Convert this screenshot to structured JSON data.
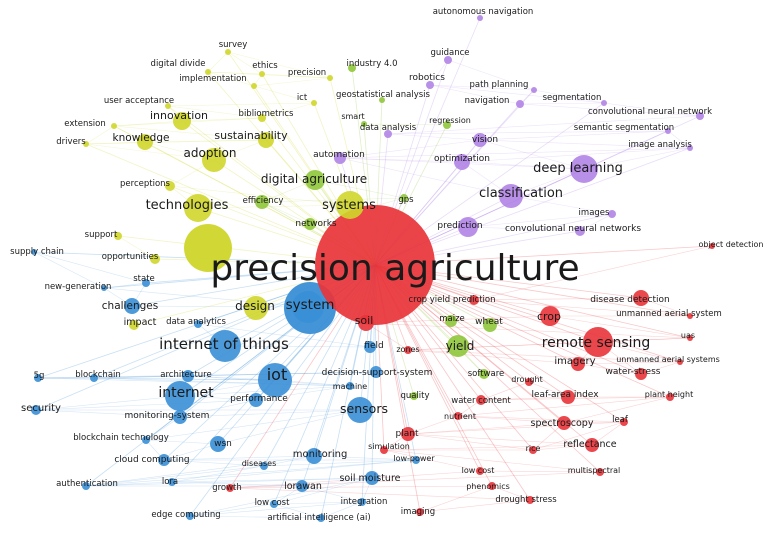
{
  "cluster_colors": {
    "red": "#e8343a",
    "blue": "#3a8fd6",
    "yellow": "#cfd62a",
    "purple": "#b184e6",
    "green": "#8fc63b",
    "cyan": "#32c3d6"
  },
  "central_term": "precision agriculture",
  "terms": [
    {
      "text": "autonomous navigation",
      "cluster": "purple"
    },
    {
      "text": "survey",
      "cluster": "yellow"
    },
    {
      "text": "digital divide",
      "cluster": "yellow"
    },
    {
      "text": "ethics",
      "cluster": "yellow"
    },
    {
      "text": "precision",
      "cluster": "yellow"
    },
    {
      "text": "industry 4.0",
      "cluster": "green"
    },
    {
      "text": "guidance",
      "cluster": "purple"
    },
    {
      "text": "implementation",
      "cluster": "yellow"
    },
    {
      "text": "robotics",
      "cluster": "purple"
    },
    {
      "text": "path planning",
      "cluster": "purple"
    },
    {
      "text": "ict",
      "cluster": "yellow"
    },
    {
      "text": "geostatistical analysis",
      "cluster": "green"
    },
    {
      "text": "navigation",
      "cluster": "purple"
    },
    {
      "text": "segmentation",
      "cluster": "purple"
    },
    {
      "text": "user acceptance",
      "cluster": "yellow"
    },
    {
      "text": "bibliometrics",
      "cluster": "yellow"
    },
    {
      "text": "convolutional neural network",
      "cluster": "purple"
    },
    {
      "text": "innovation",
      "cluster": "yellow"
    },
    {
      "text": "smart",
      "cluster": "green"
    },
    {
      "text": "regression",
      "cluster": "green"
    },
    {
      "text": "extension",
      "cluster": "yellow"
    },
    {
      "text": "data analysis",
      "cluster": "purple"
    },
    {
      "text": "semantic segmentation",
      "cluster": "purple"
    },
    {
      "text": "drivers",
      "cluster": "yellow"
    },
    {
      "text": "knowledge",
      "cluster": "yellow"
    },
    {
      "text": "sustainability",
      "cluster": "yellow"
    },
    {
      "text": "vision",
      "cluster": "purple"
    },
    {
      "text": "image analysis",
      "cluster": "purple"
    },
    {
      "text": "adoption",
      "cluster": "yellow"
    },
    {
      "text": "automation",
      "cluster": "purple"
    },
    {
      "text": "optimization",
      "cluster": "purple"
    },
    {
      "text": "deep learning",
      "cluster": "purple"
    },
    {
      "text": "perceptions",
      "cluster": "yellow"
    },
    {
      "text": "digital agriculture",
      "cluster": "green"
    },
    {
      "text": "classification",
      "cluster": "purple"
    },
    {
      "text": "efficiency",
      "cluster": "green"
    },
    {
      "text": "technologies",
      "cluster": "yellow"
    },
    {
      "text": "systems",
      "cluster": "yellow"
    },
    {
      "text": "gps",
      "cluster": "green"
    },
    {
      "text": "images",
      "cluster": "purple"
    },
    {
      "text": "networks",
      "cluster": "green"
    },
    {
      "text": "prediction",
      "cluster": "purple"
    },
    {
      "text": "convolutional neural networks",
      "cluster": "purple"
    },
    {
      "text": "support",
      "cluster": "yellow"
    },
    {
      "text": "object detection",
      "cluster": "red"
    },
    {
      "text": "supply chain",
      "cluster": "blue"
    },
    {
      "text": "opportunities",
      "cluster": "yellow"
    },
    {
      "text": "state",
      "cluster": "blue"
    },
    {
      "text": "new-generation",
      "cluster": "blue"
    },
    {
      "text": "crop yield prediction",
      "cluster": "red"
    },
    {
      "text": "disease detection",
      "cluster": "red"
    },
    {
      "text": "challenges",
      "cluster": "blue"
    },
    {
      "text": "design",
      "cluster": "yellow"
    },
    {
      "text": "system",
      "cluster": "blue"
    },
    {
      "text": "unmanned aerial system",
      "cluster": "red"
    },
    {
      "text": "maize",
      "cluster": "green"
    },
    {
      "text": "wheat",
      "cluster": "green"
    },
    {
      "text": "crop",
      "cluster": "red"
    },
    {
      "text": "impact",
      "cluster": "yellow"
    },
    {
      "text": "data analytics",
      "cluster": "blue"
    },
    {
      "text": "soil",
      "cluster": "red"
    },
    {
      "text": "uas",
      "cluster": "red"
    },
    {
      "text": "internet of things",
      "cluster": "blue"
    },
    {
      "text": "field",
      "cluster": "blue"
    },
    {
      "text": "zones",
      "cluster": "red"
    },
    {
      "text": "yield",
      "cluster": "green"
    },
    {
      "text": "remote sensing",
      "cluster": "red"
    },
    {
      "text": "imagery",
      "cluster": "red"
    },
    {
      "text": "unmanned aerial systems",
      "cluster": "red"
    },
    {
      "text": "decision-support-system",
      "cluster": "blue"
    },
    {
      "text": "software",
      "cluster": "green"
    },
    {
      "text": "water-stress",
      "cluster": "red"
    },
    {
      "text": "5g",
      "cluster": "blue"
    },
    {
      "text": "blockchain",
      "cluster": "blue"
    },
    {
      "text": "architecture",
      "cluster": "blue"
    },
    {
      "text": "iot",
      "cluster": "blue"
    },
    {
      "text": "machine",
      "cluster": "blue"
    },
    {
      "text": "drought",
      "cluster": "red"
    },
    {
      "text": "leaf-area index",
      "cluster": "red"
    },
    {
      "text": "internet",
      "cluster": "blue"
    },
    {
      "text": "performance",
      "cluster": "blue"
    },
    {
      "text": "quality",
      "cluster": "green"
    },
    {
      "text": "water content",
      "cluster": "red"
    },
    {
      "text": "plant height",
      "cluster": "red"
    },
    {
      "text": "security",
      "cluster": "blue"
    },
    {
      "text": "monitoring-system",
      "cluster": "blue"
    },
    {
      "text": "sensors",
      "cluster": "blue"
    },
    {
      "text": "nutrient",
      "cluster": "red"
    },
    {
      "text": "spectroscopy",
      "cluster": "red"
    },
    {
      "text": "leaf",
      "cluster": "red"
    },
    {
      "text": "blockchain technology",
      "cluster": "blue"
    },
    {
      "text": "wsn",
      "cluster": "blue"
    },
    {
      "text": "plant",
      "cluster": "red"
    },
    {
      "text": "rice",
      "cluster": "red"
    },
    {
      "text": "reflectance",
      "cluster": "red"
    },
    {
      "text": "cloud computing",
      "cluster": "blue"
    },
    {
      "text": "simulation",
      "cluster": "red"
    },
    {
      "text": "monitoring",
      "cluster": "blue"
    },
    {
      "text": "low-power",
      "cluster": "blue"
    },
    {
      "text": "diseases",
      "cluster": "blue"
    },
    {
      "text": "low cost",
      "cluster": "red"
    },
    {
      "text": "multispectral",
      "cluster": "red"
    },
    {
      "text": "authentication",
      "cluster": "blue"
    },
    {
      "text": "lora",
      "cluster": "blue"
    },
    {
      "text": "growth",
      "cluster": "red"
    },
    {
      "text": "lorawan",
      "cluster": "blue"
    },
    {
      "text": "soil moisture",
      "cluster": "blue"
    },
    {
      "text": "phenomics",
      "cluster": "red"
    },
    {
      "text": "drought stress",
      "cluster": "red"
    },
    {
      "text": "low cost",
      "cluster": "blue"
    },
    {
      "text": "integration",
      "cluster": "blue"
    },
    {
      "text": "edge computing",
      "cluster": "blue"
    },
    {
      "text": "imaging",
      "cluster": "red"
    },
    {
      "text": "artificial intelligence (ai)",
      "cluster": "blue"
    }
  ]
}
